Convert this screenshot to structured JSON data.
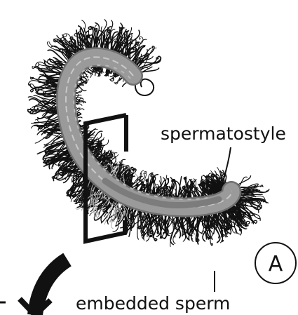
{
  "labels": {
    "spermatostyle": "spermatostyle",
    "embedded_sperm": "embedded sperm",
    "panel": "A"
  },
  "colors": {
    "background": "#ffffff",
    "hair": "#111111",
    "body_fill": "#9a9a9a",
    "body_dark": "#7c7c7c",
    "body_light": "#c8c8c8",
    "ghost_hair": "#a9a9a9",
    "stroke": "#111111"
  }
}
